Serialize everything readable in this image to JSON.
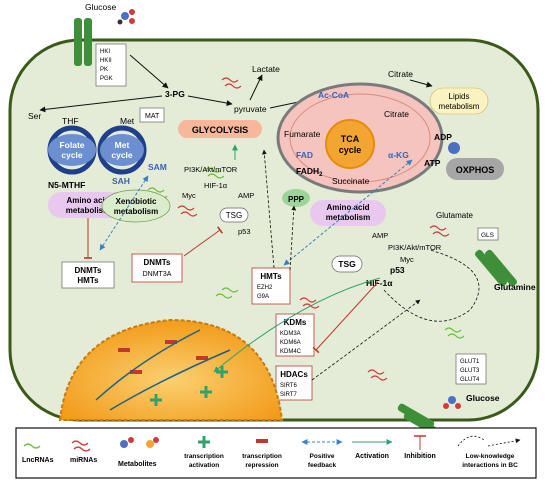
{
  "labels": {
    "glucose_top": "Glucose",
    "transporters_top": [
      "HKI",
      "HKII",
      "PK",
      "PGK"
    ],
    "lactate": "Lactate",
    "citrate_out": "Citrate",
    "three_pg": "3-PG",
    "ser": "Ser",
    "thf": "THF",
    "met": "Met",
    "mat": "MAT",
    "folate_cycle": [
      "Folate",
      "cycle"
    ],
    "met_cycle": [
      "Met",
      "cycle"
    ],
    "n5_mthf": "N5-MTHF",
    "sah": "SAH",
    "sam": "SAM",
    "amino_acid_left": [
      "Amino acid",
      "metabolism"
    ],
    "pyruvate": "pyruvate",
    "glycolysis": "GLYCOLYSIS",
    "ac_coa": "Ac-CoA",
    "citrate_in": "Citrate",
    "fumarate": "Fumarate",
    "tca": [
      "TCA",
      "cycle"
    ],
    "fad": "FAD",
    "fadh2": "FADH",
    "fadh2_sub": "2",
    "succinate": "Succinate",
    "akg": "α-KG",
    "lipids": [
      "Lipids",
      "metabolism"
    ],
    "adp": "ADP",
    "atp": "ATP",
    "oxphos": "OXPHOS",
    "glutamate": "Glutamate",
    "gls": "GLS",
    "glutamine": "Glutamine",
    "ppp": "PPP",
    "amino_acid_mid": [
      "Amino acid",
      "metabolism"
    ],
    "pi3k_left": "PI3K/Akt/mTOR",
    "hif_left": "HIF-1α",
    "myc_left": "Myc",
    "amp_left": "AMP",
    "tsg_left": "TSG",
    "p53_left": "p53",
    "xenobiotic": [
      "Xenobiotic",
      "metabolism"
    ],
    "dnmts_hmts": [
      "DNMTs",
      "HMTs"
    ],
    "dnmts_box": [
      "DNMTs",
      "DNMT3A"
    ],
    "hmts_box": [
      "HMTs",
      "EZH2",
      "G9A"
    ],
    "kdms_box": [
      "KDMs",
      "KDM3A",
      "KDM6A",
      "KDM4C"
    ],
    "hdacs_box": [
      "HDACs",
      "SIRT6",
      "SIRT7"
    ],
    "amp_right": "AMP",
    "pi3k_right": "PI3K/Akt/mTOR",
    "myc_right": "Myc",
    "tsg_right": "TSG",
    "p53_right": "p53",
    "hif_right": "HIF-1α",
    "glut_box": [
      "GLUT1",
      "GLUT3",
      "GLUT4"
    ],
    "glucose_bottom": "Glucose"
  },
  "legend": {
    "lncrnas": "LncRNAs",
    "mirnas": "miRNAs",
    "metabolites": "Metabolites",
    "activation_tx": [
      "transcription",
      "activation"
    ],
    "repression_tx": [
      "transcription",
      "repression"
    ],
    "positive_feedback": [
      "Positive",
      "feedback"
    ],
    "activation": "Activation",
    "inhibition": "Inhibition",
    "low_knowledge": [
      "Low-knowledge",
      "interactions  in BC"
    ]
  },
  "colors": {
    "cell_fill": "#e4ecd7",
    "cell_stroke": "#3b5a1a",
    "glycolysis_fill": "#f6b79c",
    "ppp_fill": "#9ed49a",
    "amino_fill": "#e9c8ef",
    "lipids_fill": "#fbf2c2",
    "oxphos_fill": "#a6a6a6",
    "mito_fill": "#f6c4bf",
    "tca_fill": "#f3a531",
    "folate_fill": "#6b8fd1",
    "nucleus_fill": "#f29b1a",
    "green": "#2fa36b",
    "red": "#c0392b",
    "blue_dash": "#3a7fc4"
  }
}
